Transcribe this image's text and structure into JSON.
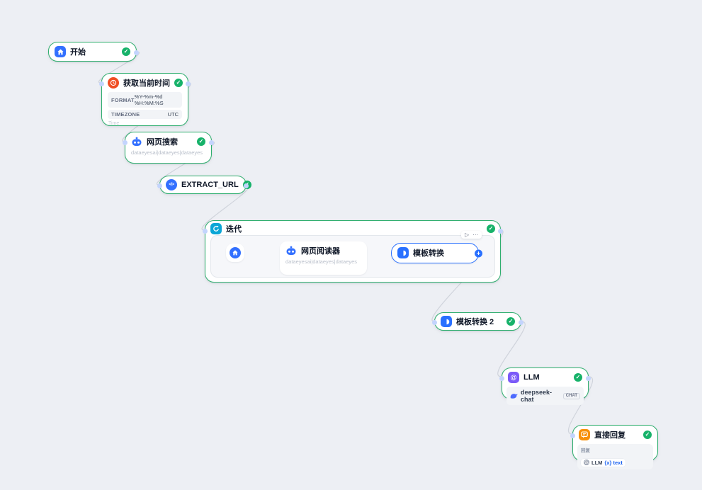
{
  "nodes": {
    "start": {
      "title": "开始",
      "icon": "home-icon"
    },
    "current_time": {
      "title": "获取当前时间",
      "icon": "clock-icon",
      "fields": [
        {
          "key": "FORMAT",
          "value": "%Y-%m-%d %H:%M:%S"
        },
        {
          "key": "TIMEZONE",
          "value": "UTC"
        }
      ],
      "footer": "Time"
    },
    "web_search": {
      "title": "网页搜索",
      "icon": "robot-icon",
      "subtitle": "dataeyesai|dataeyes|dataeyes"
    },
    "extract_url": {
      "title": "EXTRACT_URL",
      "icon": "code-icon"
    },
    "iteration": {
      "title": "迭代",
      "icon": "loop-icon"
    },
    "web_reader": {
      "title": "网页阅读器",
      "icon": "robot-icon",
      "subtitle": "dataeyesai|dataeyes|dataeyes"
    },
    "template_transform": {
      "title": "模板转换"
    },
    "template_transform_2": {
      "title": "模板转换 2"
    },
    "llm": {
      "title": "LLM",
      "icon": "at-icon",
      "model": {
        "name": "deepseek-chat",
        "badge": "CHAT"
      }
    },
    "answer": {
      "title": "直接回复",
      "icon": "reply-icon",
      "body": {
        "label": "回复",
        "ref_node": "LLM",
        "ref_var": "{x} text"
      }
    }
  },
  "glyphs": {
    "check": "✓",
    "play": "▷",
    "more": "···",
    "plus": "+",
    "at": "@",
    "code": "</>"
  },
  "colors": {
    "canvas": "#edeff4",
    "node_border_success": "#2eae6e",
    "selected_border": "#2970ff",
    "check_green": "#17b26a",
    "start_blue": "#3370ff",
    "time_orange": "#f04e23",
    "iteration_teal": "#0aa6d6",
    "template_blue": "#2970ff",
    "llm_purple": "#7a5af8",
    "answer_orange": "#f79009",
    "edge_gray": "#d0d4dc",
    "variable_blue": "#155eef",
    "deepseek_blue": "#4d6bfe"
  }
}
